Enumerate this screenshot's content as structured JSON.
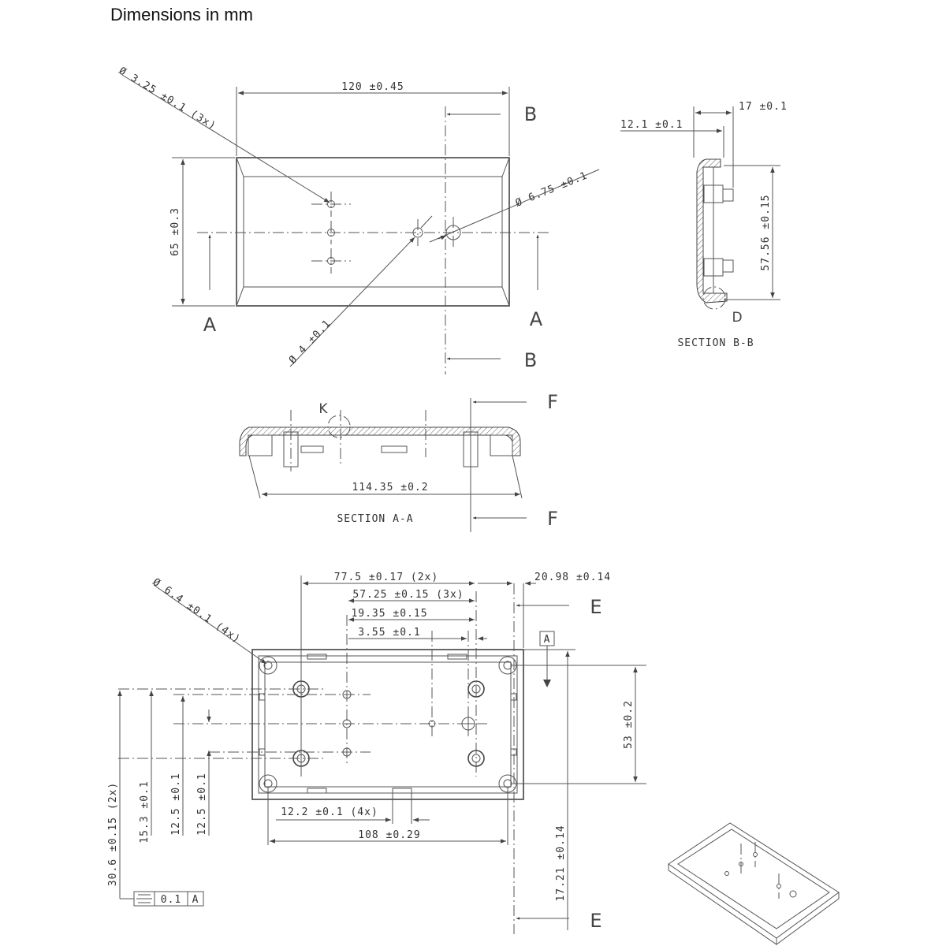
{
  "title": "Dimensions in mm",
  "top_view": {
    "width": "120 ±0.45",
    "height": "65 ±0.3",
    "hole_small": "Ø 3.25 ±0.1 (3x)",
    "hole_large": "Ø 6.75 ±0.1",
    "hole_mid": "Ø 4 ±0.1",
    "marker_a": "A",
    "marker_b": "B"
  },
  "section_bb": {
    "caption": "SECTION B-B",
    "dim_17": "17 ±0.1",
    "dim_12_1": "12.1 ±0.1",
    "dim_57_56": "57.56 ±0.15",
    "detail_d": "D"
  },
  "section_aa": {
    "caption": "SECTION A-A",
    "dim_114_35": "114.35 ±0.2",
    "detail_k": "K",
    "marker_f": "F"
  },
  "bottom_view": {
    "d_77_5": "77.5 ±0.17 (2x)",
    "d_57_25": "57.25 ±0.15 (3x)",
    "d_19_35": "19.35 ±0.15",
    "d_3_55": "3.55 ±0.1",
    "d_20_98": "20.98 ±0.14",
    "d_6_4": "Ø 6.4 ±0.1 (4x)",
    "d_53": "53 ±0.2",
    "d_12_2": "12.2 ±0.1 (4x)",
    "d_108": "108 ±0.29",
    "d_30_6": "30.6 ±0.15 (2x)",
    "d_15_3": "15.3 ±0.1",
    "d_12_5a": "12.5 ±0.1",
    "d_12_5b": "12.5 ±0.1",
    "d_17_21": "17.21 ±0.14",
    "datum": "A",
    "marker_e": "E",
    "tol_value": "0.1",
    "tol_datum": "A"
  }
}
